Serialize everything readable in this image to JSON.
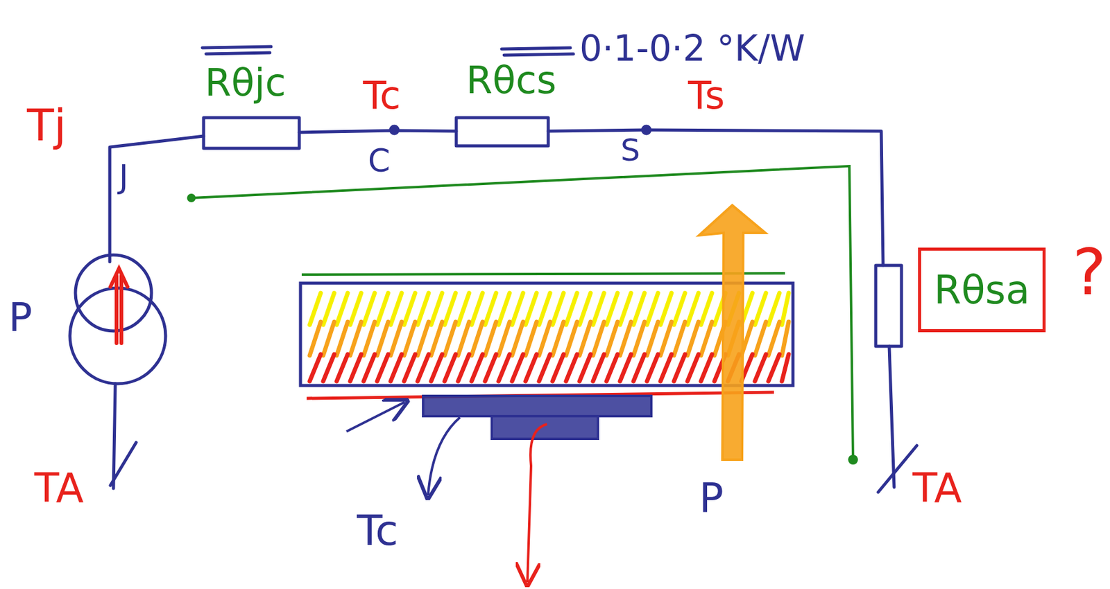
{
  "diagram": {
    "nodes": [
      {
        "text": [
          "Rθsa"
        ]
      }
    ],
    "labels": [
      "Tj",
      "J",
      "Rθjc",
      "Tc",
      "C",
      "Rθcs",
      "0·1-0·2 °K/W",
      "Ts",
      "S",
      "P",
      "TA",
      "?",
      "Tc",
      "P",
      "TA"
    ]
  }
}
